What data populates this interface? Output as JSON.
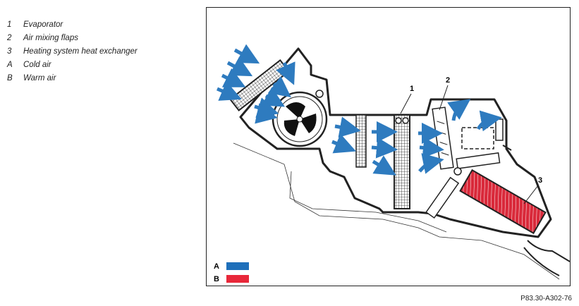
{
  "legend": {
    "items": [
      {
        "key": "1",
        "label": "Evaporator"
      },
      {
        "key": "2",
        "label": "Air mixing flaps"
      },
      {
        "key": "3",
        "label": "Heating system heat exchanger"
      },
      {
        "key": "A",
        "label": "Cold air"
      },
      {
        "key": "B",
        "label": "Warm air"
      }
    ]
  },
  "diagram": {
    "callouts": {
      "one": "1",
      "two": "2",
      "three": "3"
    },
    "swatches": {
      "a_label": "A",
      "a_color": "#1e6fba",
      "b_label": "B",
      "b_color": "#e8283a"
    },
    "arrow_color": "#2e7bbf",
    "heater_color": "#d9293a"
  },
  "caption": "P83.30-A302-76"
}
